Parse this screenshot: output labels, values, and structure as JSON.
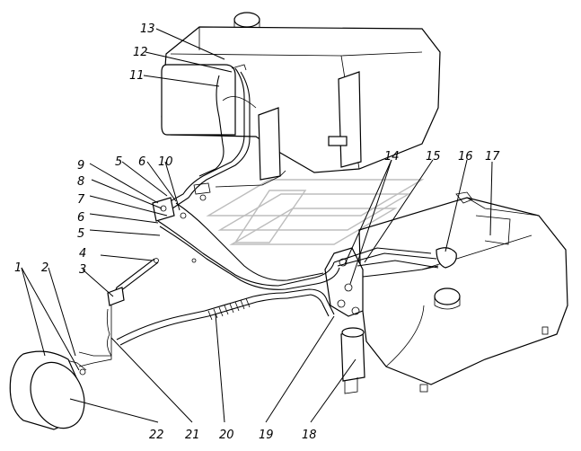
{
  "labels": [
    {
      "n": "1"
    },
    {
      "n": "2"
    },
    {
      "n": "3"
    },
    {
      "n": "4"
    },
    {
      "n": "5"
    },
    {
      "n": "6"
    },
    {
      "n": "7"
    },
    {
      "n": "8"
    },
    {
      "n": "9"
    },
    {
      "n": "5"
    },
    {
      "n": "6"
    },
    {
      "n": "10"
    },
    {
      "n": "11"
    },
    {
      "n": "12"
    },
    {
      "n": "13"
    },
    {
      "n": "14"
    },
    {
      "n": "15"
    },
    {
      "n": "16"
    },
    {
      "n": "17"
    },
    {
      "n": "18"
    },
    {
      "n": "19"
    },
    {
      "n": "20"
    },
    {
      "n": "21"
    },
    {
      "n": "22"
    }
  ]
}
